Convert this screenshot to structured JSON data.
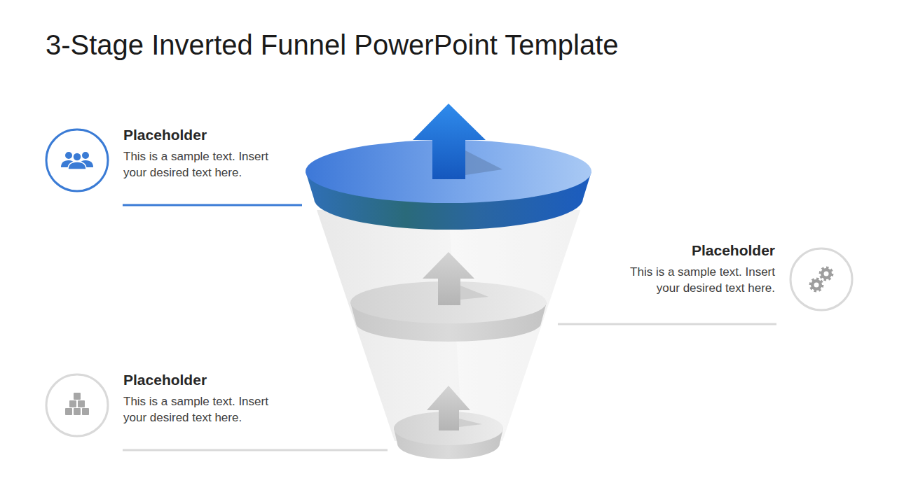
{
  "diagram": {
    "title": "3-Stage Inverted Funnel PowerPoint Template",
    "nodes": [
      {
        "text": [
          "Placeholder",
          "This is a sample text. Insert your desired text here."
        ]
      },
      {
        "text": [
          "Placeholder",
          "This is a sample text. Insert your desired text here."
        ]
      },
      {
        "text": [
          "Placeholder",
          "This is a sample text. Insert your desired text here."
        ]
      }
    ]
  }
}
